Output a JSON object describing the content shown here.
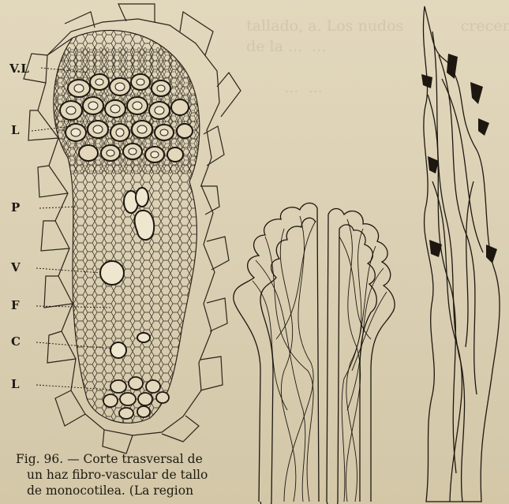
{
  "figure": {
    "labels": {
      "vl": "V.L",
      "l_top": "L",
      "p": "P",
      "v": "V",
      "f": "F",
      "c": "C",
      "l_bottom": "L"
    },
    "caption": {
      "line1": "Fig. 96. — Corte trasversal de",
      "line2": "un haz fibro-vascular de tallo",
      "line3": "de monocotilea. (La region"
    }
  }
}
